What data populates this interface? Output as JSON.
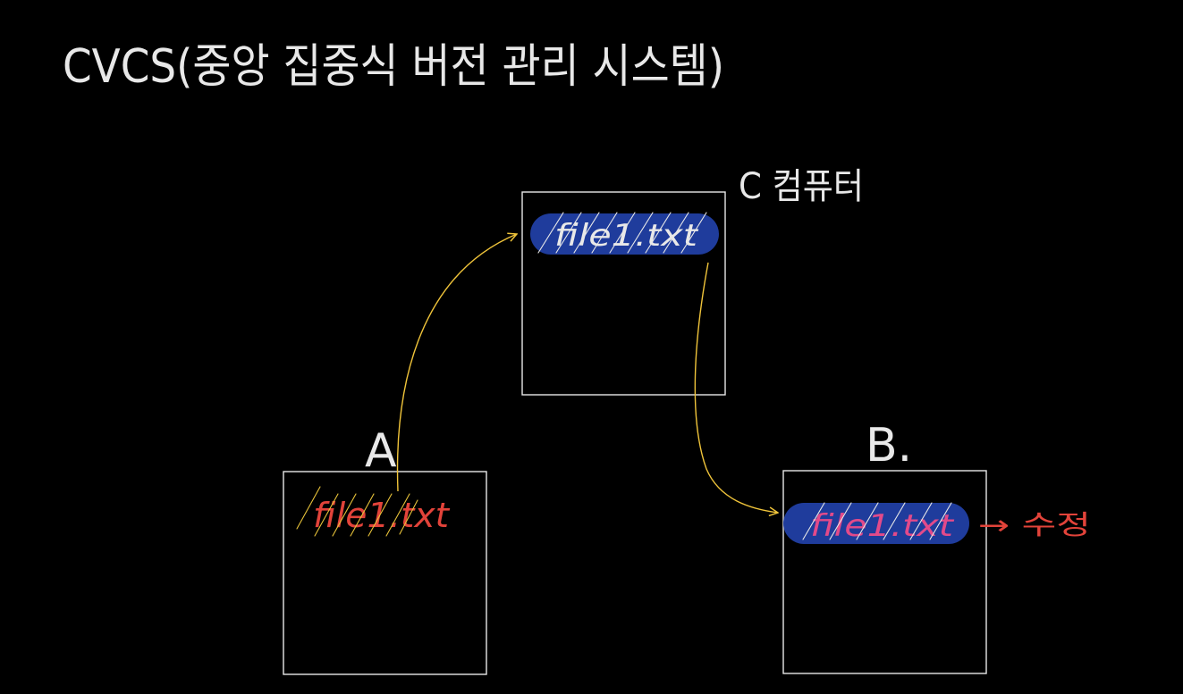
{
  "title": "CVCS(중앙 집중식 버전 관리 시스템)",
  "colors": {
    "background": "#000000",
    "outline": "#e8e8e8",
    "arrow": "#f0c43a",
    "pill": "#1f3c9c",
    "file_red": "#e2433a",
    "file_pink": "#e24a8a",
    "note_red": "#e2433a",
    "hatch_yellow": "#e8c33a",
    "hatch_white": "#e8e8e8"
  },
  "nodes": {
    "server": {
      "label": "C 컴퓨터",
      "file": "file1.txt"
    },
    "client_a": {
      "label": "A",
      "file": "file1.txt"
    },
    "client_b": {
      "label": "B.",
      "file": "file1.txt",
      "note": "→ 수정"
    }
  }
}
